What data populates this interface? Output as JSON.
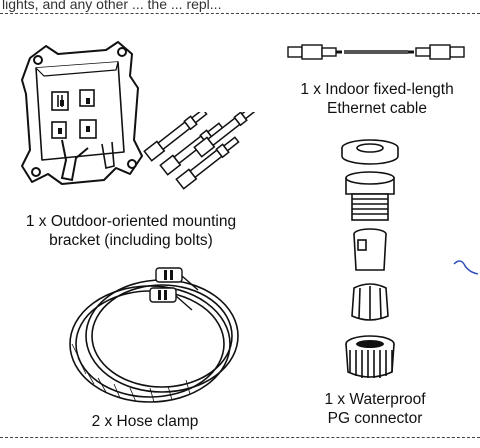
{
  "header_text": "lights, and any other ... the ... repl...",
  "items": {
    "mounting_bracket": {
      "line1": "1 x Outdoor-oriented mounting",
      "line2": "bracket (including bolts)"
    },
    "ethernet_cable": {
      "line1": "1 x Indoor fixed-length",
      "line2": "Ethernet cable"
    },
    "hose_clamp": {
      "line1": "2 x Hose clamp"
    },
    "pg_connector": {
      "line1": "1 x Waterproof",
      "line2": "PG connector"
    }
  }
}
